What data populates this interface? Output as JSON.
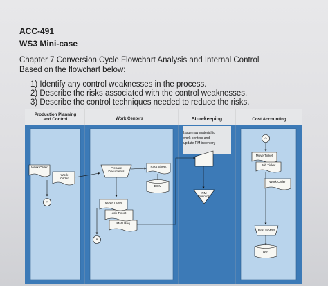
{
  "header": {
    "course": "ACC-491",
    "title": "WS3 Mini-case"
  },
  "intro": {
    "line1": "Chapter 7 Conversion Cycle Flowchart Analysis and Internal Control",
    "line2": "Based on the flowchart below:"
  },
  "questions": [
    "1) Identify any control weaknesses in the process.",
    "2) Describe the risks associated with the control weaknesses.",
    "3) Describe the control techniques needed to reduce the risks."
  ],
  "flowchart": {
    "columns": [
      {
        "line1": "Production Planning",
        "line2": "and Control"
      },
      {
        "line1": "Work Centers",
        "line2": ""
      },
      {
        "line1": "Storekeeping",
        "line2": ""
      },
      {
        "line1": "Cost Accounting",
        "line2": ""
      }
    ],
    "shapes": {
      "work_order_1": "Work Order",
      "work_order_2": "Work Order",
      "connector_a": "A",
      "prepare_documents": "Prepare Documents",
      "route_sheet": "Rout Sheet",
      "bom": "BOM",
      "move_ticket_1": "Move Ticket",
      "job_ticket_1": "Job Ticket",
      "matl_req": "Mat'l Req",
      "issue_raw_material": [
        "Issue raw material to",
        "work centers and",
        "update RM inventory"
      ],
      "rm_inventory": "RM Inventory",
      "move_ticket_2": "Move Ticket",
      "job_ticket_2": "Job Ticket",
      "work_order_3": "Work Order",
      "post_to_wip": "Post to WIP",
      "wip": "WIP"
    },
    "colors": {
      "lane_dark": "#3c7ab7",
      "lane_light": "#b9d4ec",
      "storekeeping_bg": "#e4e6e8",
      "shape_fill": "#f7f7f3"
    }
  }
}
